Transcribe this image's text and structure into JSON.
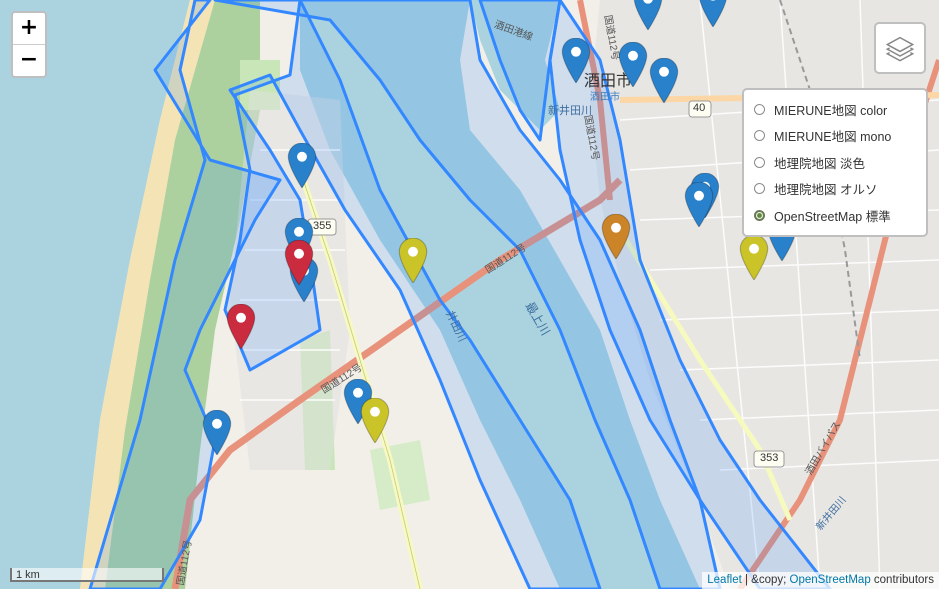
{
  "map": {
    "labels": {
      "city": "酒田市",
      "city_sub": "酒田市",
      "river_main": "最上川",
      "river_new_idagawa": "新井田川",
      "river_idagawa": "井田川",
      "road_112_a": "国道112号",
      "road_112_b": "国道112号",
      "road_112_c": "国道112号",
      "road_112_d": "国道112号",
      "road_112_e": "国道112号",
      "bypass": "酒田バイパス",
      "sakata_line": "酒田港線",
      "new_river_2": "新井田川",
      "route_355": "355",
      "route_353": "353",
      "route_40": "40"
    }
  },
  "controls": {
    "zoom_in": "+",
    "zoom_out": "−",
    "layers_icon": "layers-icon"
  },
  "layers": [
    {
      "label": "MIERUNE地図 color",
      "checked": false
    },
    {
      "label": "MIERUNE地図 mono",
      "checked": false
    },
    {
      "label": "地理院地図 淡色",
      "checked": false
    },
    {
      "label": "地理院地図 オルソ",
      "checked": false
    },
    {
      "label": "OpenStreetMap 標準",
      "checked": true
    }
  ],
  "scale": {
    "label": "1 km"
  },
  "attribution": {
    "leaflet": "Leaflet",
    "separator": " | &copy; ",
    "osm": "OpenStreetMap",
    "suffix": " contributors"
  },
  "colors": {
    "marker_blue": "#2a81cb",
    "marker_red": "#cb2b3e",
    "marker_yellow": "#cac428",
    "marker_orange": "#cb8427",
    "polygon_stroke": "#3388ff",
    "river": "#aad3df"
  },
  "markers": [
    {
      "color": "blue"
    },
    {
      "color": "blue"
    },
    {
      "color": "blue"
    },
    {
      "color": "blue"
    },
    {
      "color": "blue"
    },
    {
      "color": "blue"
    },
    {
      "color": "blue"
    },
    {
      "color": "blue"
    },
    {
      "color": "blue"
    },
    {
      "color": "blue"
    },
    {
      "color": "blue"
    },
    {
      "color": "blue"
    },
    {
      "color": "blue"
    },
    {
      "color": "red"
    },
    {
      "color": "red"
    },
    {
      "color": "yellow"
    },
    {
      "color": "yellow"
    },
    {
      "color": "yellow"
    },
    {
      "color": "orange"
    }
  ]
}
